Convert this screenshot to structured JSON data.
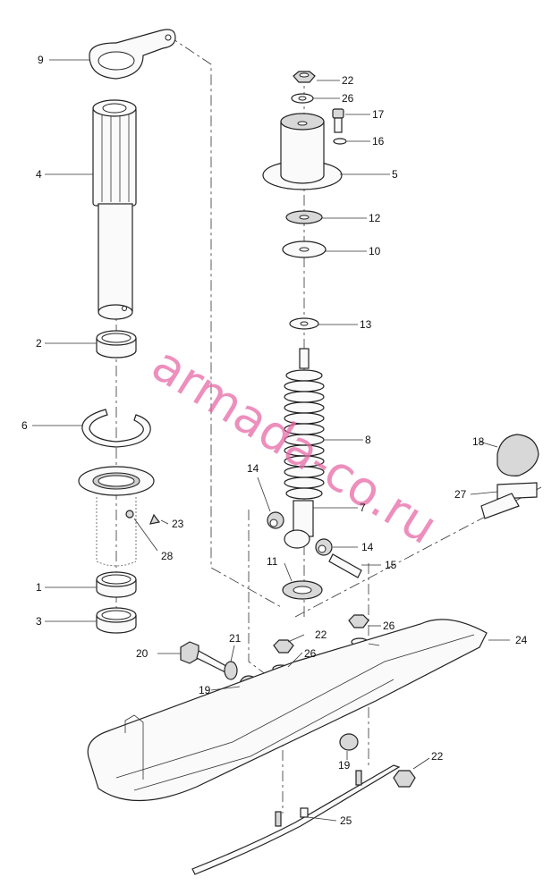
{
  "watermark": "armada-co.ru",
  "callouts": {
    "c1": "1",
    "c2": "2",
    "c3": "3",
    "c4": "4",
    "c5": "5",
    "c6": "6",
    "c7": "7",
    "c8": "8",
    "c9": "9",
    "c10": "10",
    "c11": "11",
    "c12": "12",
    "c13": "13",
    "c14a": "14",
    "c14b": "14",
    "c15": "15",
    "c16": "16",
    "c17": "17",
    "c18": "18",
    "c19a": "19",
    "c19b": "19",
    "c20": "20",
    "c21": "21",
    "c22a": "22",
    "c22b": "22",
    "c22c": "22",
    "c23": "23",
    "c24": "24",
    "c25": "25",
    "c26a": "26",
    "c26b": "26",
    "c26c": "26",
    "c27": "27",
    "c28": "28"
  }
}
